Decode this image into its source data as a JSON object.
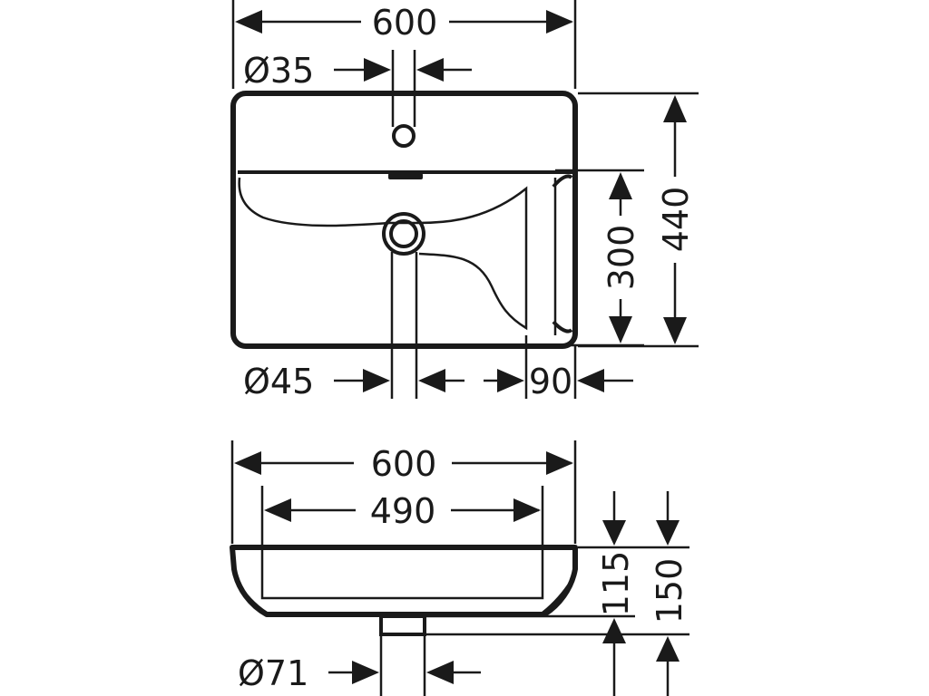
{
  "top_view": {
    "width_total": "600",
    "tap_hole_diameter": "Ø35",
    "drain_diameter": "Ø45",
    "rim_offset": "90",
    "depth_total": "440",
    "bowl_depth": "300"
  },
  "side_view": {
    "width_total": "600",
    "inner_width": "490",
    "drain_diameter": "Ø71",
    "height_basin": "115",
    "height_total": "150"
  }
}
